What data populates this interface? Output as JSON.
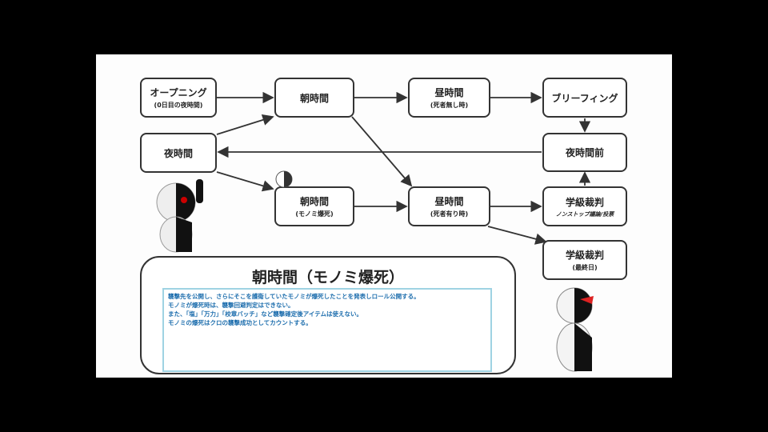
{
  "nodes": {
    "opening": {
      "title": "オープニング",
      "sub": "(0日目の夜時間)"
    },
    "morning": {
      "title": "朝時間"
    },
    "noon_nodeath": {
      "title": "昼時間",
      "sub": "(死者無し時)"
    },
    "briefing": {
      "title": "ブリーフィング"
    },
    "night": {
      "title": "夜時間"
    },
    "before_night": {
      "title": "夜時間前"
    },
    "morning_monomi": {
      "title": "朝時間",
      "sub": "(モノミ爆死)"
    },
    "noon_death": {
      "title": "昼時間",
      "sub": "(死者有り時)"
    },
    "trial": {
      "title": "学級裁判",
      "sub": "ノンストップ議論/投票"
    },
    "trial_final": {
      "title": "学級裁判",
      "sub": "(最終日)"
    }
  },
  "detail": {
    "title": "朝時間（モノミ爆死）",
    "lines": [
      "襲撃先を公開し、さらにそこを護衛していたモノミが爆死したことを発表しロール公開する。",
      "モノミが爆死時は、襲撃回避判定はできない。",
      "また、「塩」「万力」「校章バッチ」など襲撃確定後アイテムは使えない。",
      "モノミの爆死はクロの襲撃成功としてカウントする。"
    ]
  },
  "colors": {
    "text_blue": "#1f6fae",
    "border_blue": "#9fd3e3"
  }
}
